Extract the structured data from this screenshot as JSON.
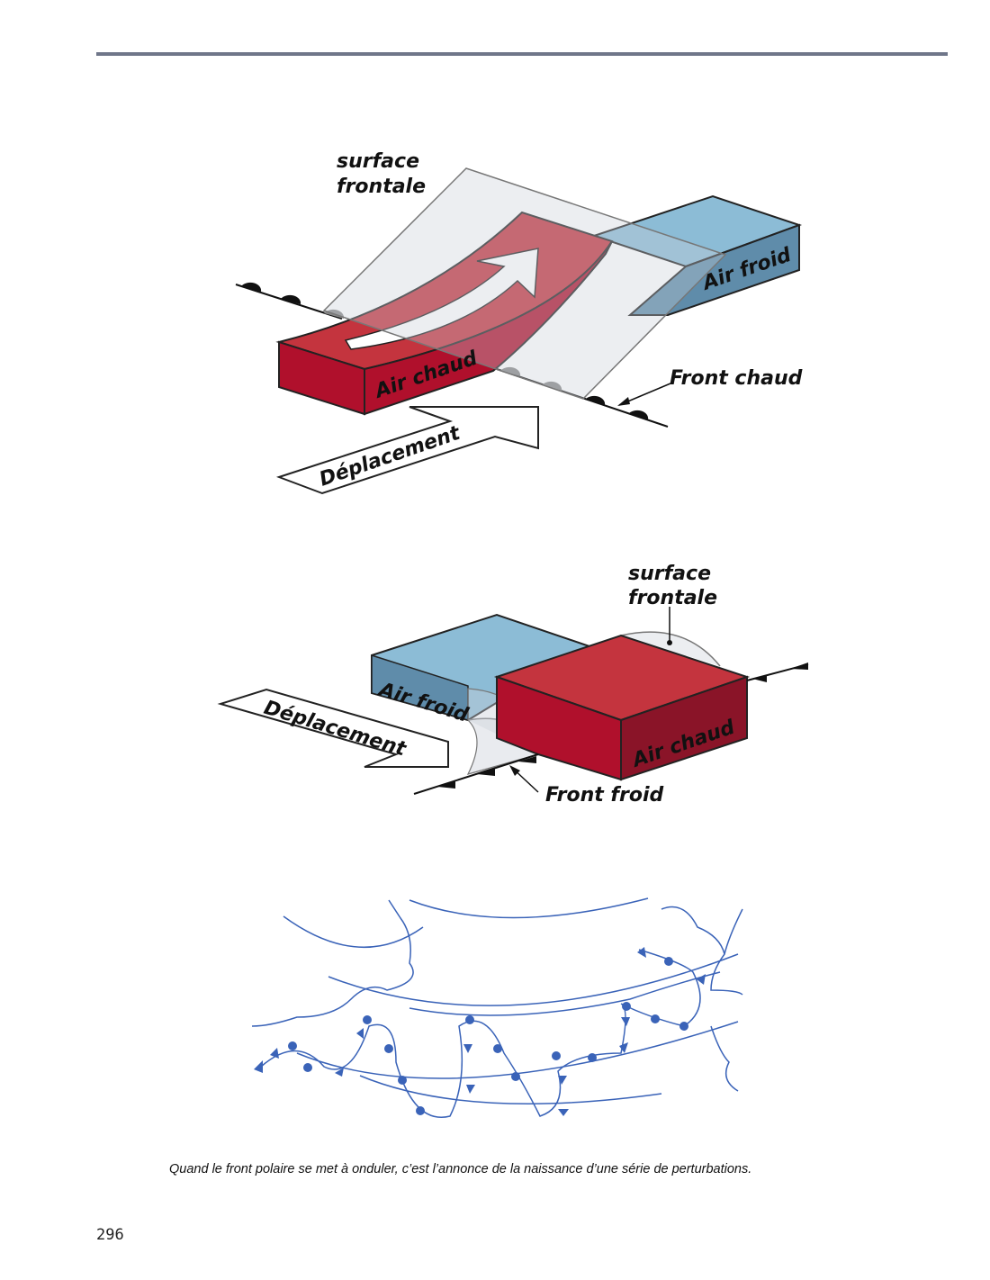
{
  "diagram_warm_front": {
    "surface_label_line1": "surface",
    "surface_label_line2": "frontale",
    "warm_air": "Air chaud",
    "cold_air": "Air froid",
    "front_label": "Front chaud",
    "movement": "Déplacement"
  },
  "diagram_cold_front": {
    "surface_label_line1": "surface",
    "surface_label_line2": "frontale",
    "warm_air": "Air chaud",
    "cold_air": "Air froid",
    "front_label": "Front froid",
    "movement": "Déplacement"
  },
  "caption": "Quand le front polaire se met à onduler, c’est l’annonce de la naissance d’une série de perturbations.",
  "page_number": "296",
  "colors": {
    "warm": "#c0303a",
    "warm_dark": "#a8102a",
    "cold": "#86b8d4",
    "cold_dark": "#5d8aa8",
    "map_line": "#3a63b8"
  }
}
